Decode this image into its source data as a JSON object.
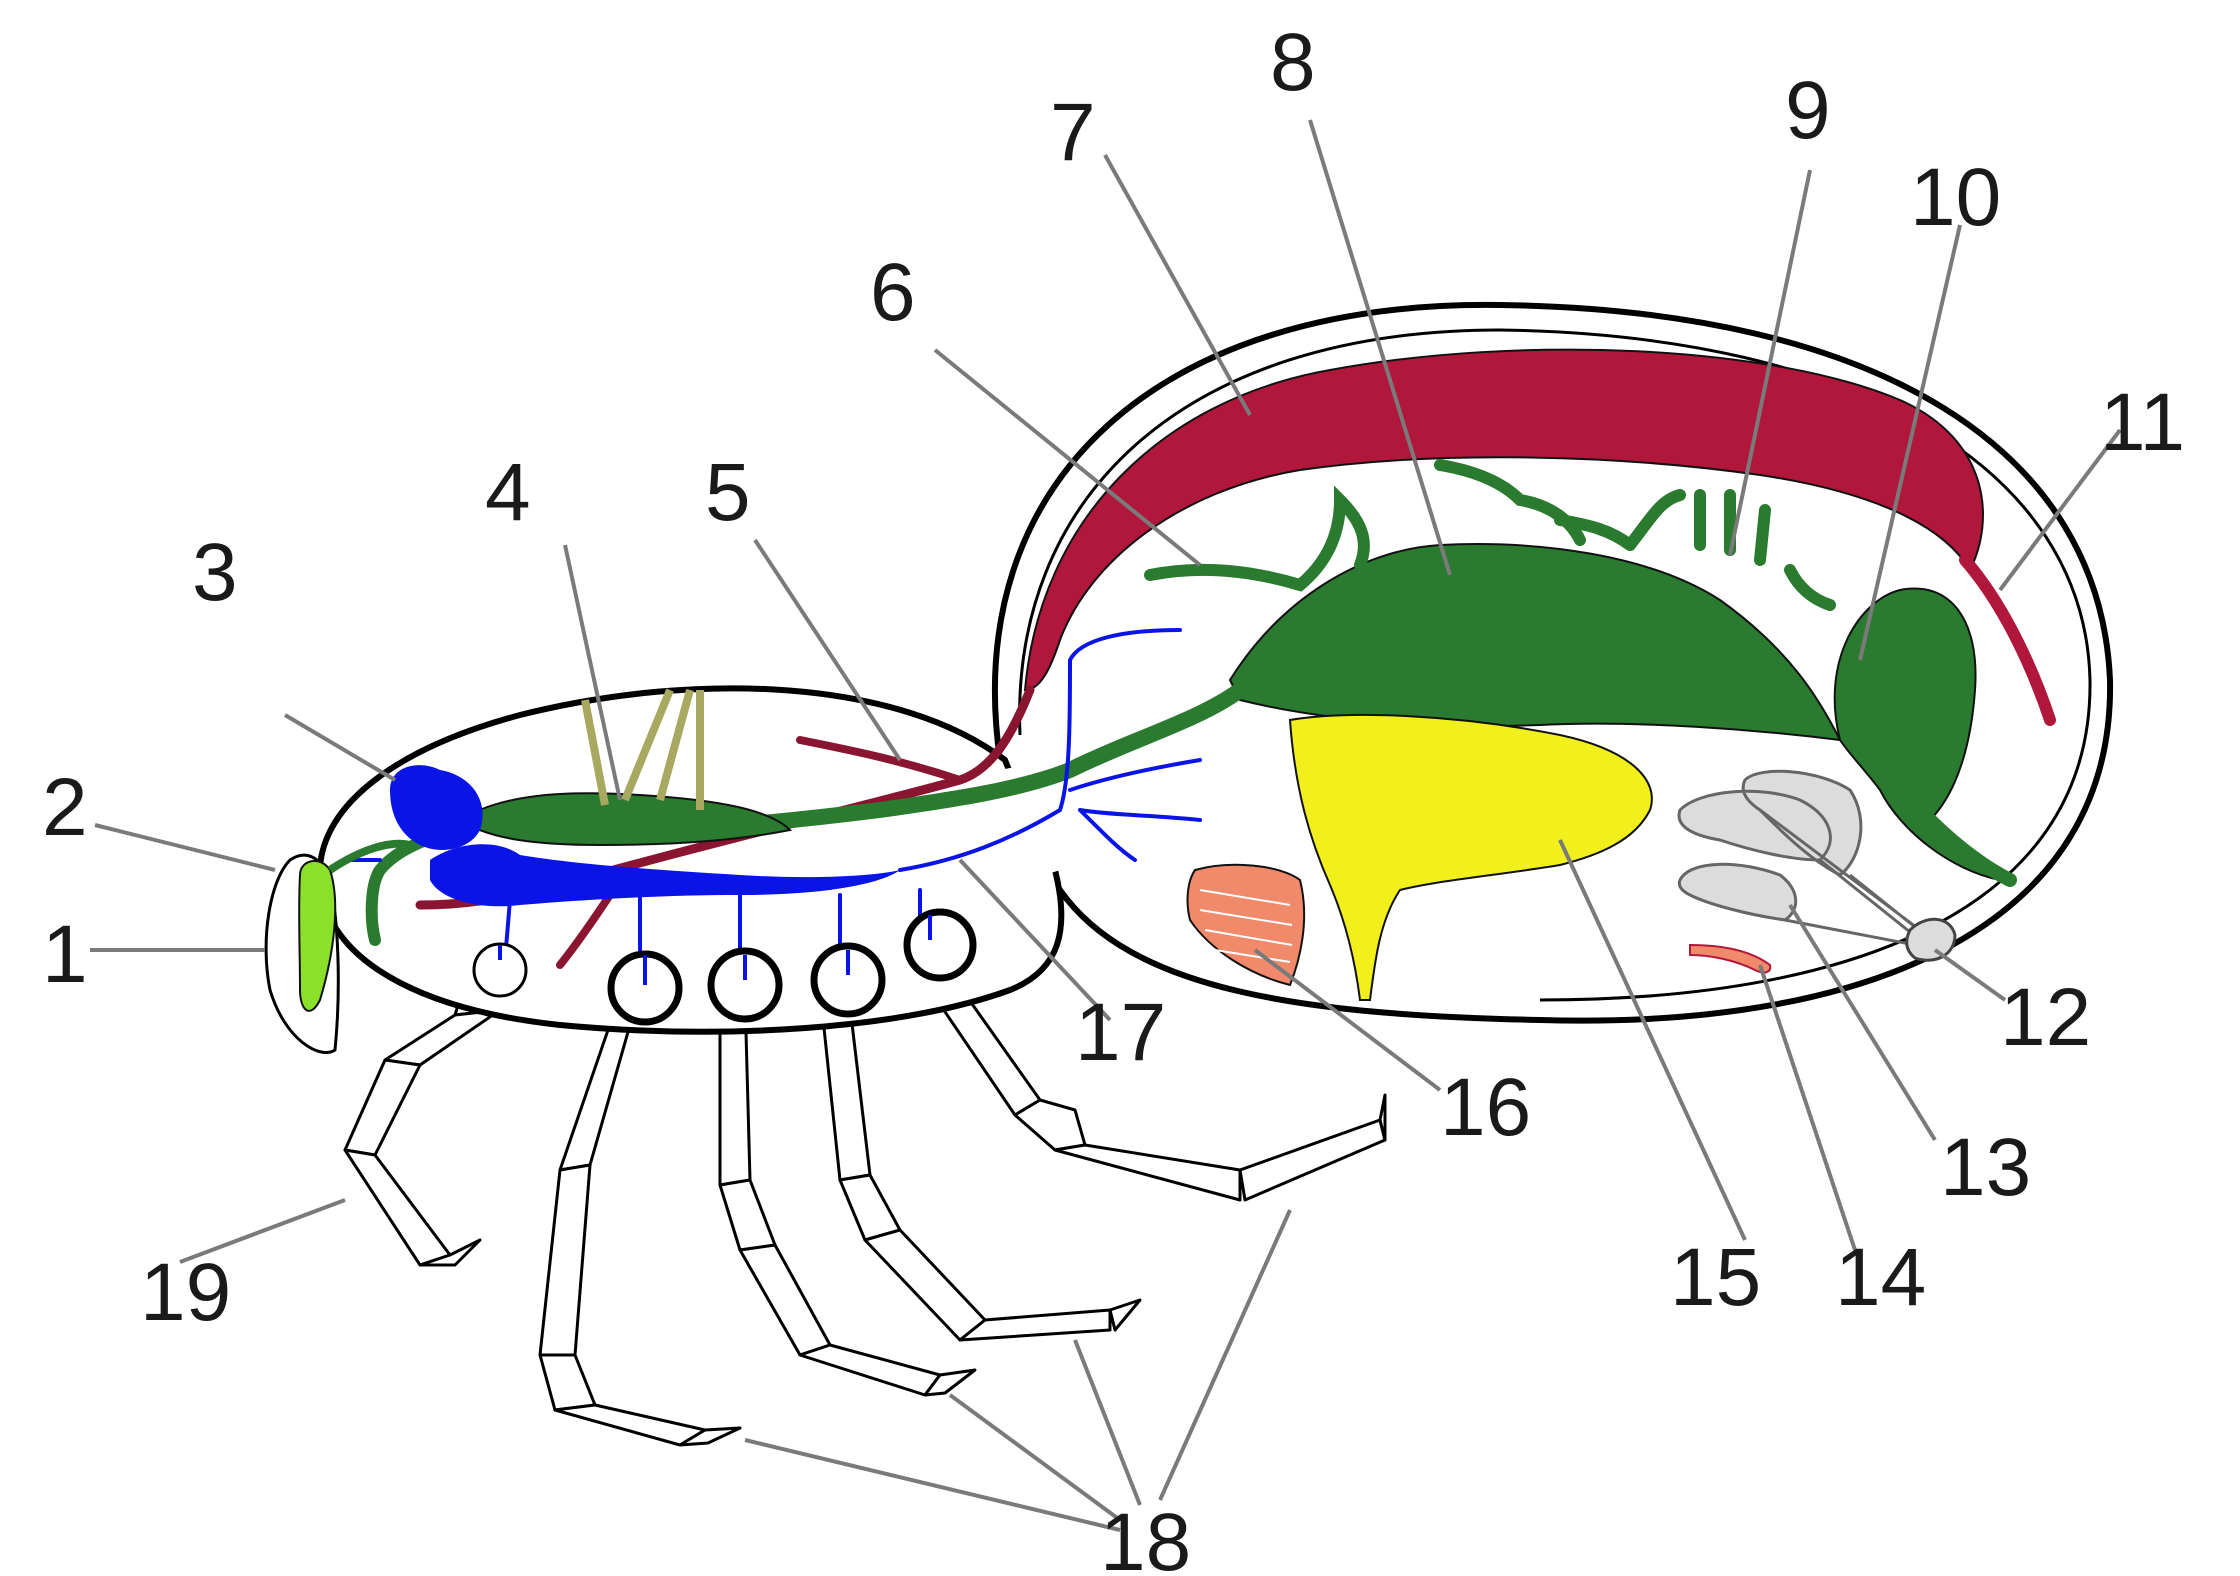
{
  "labels": {
    "l1": "1",
    "l2": "2",
    "l3": "3",
    "l4": "4",
    "l5": "5",
    "l6": "6",
    "l7": "7",
    "l8": "8",
    "l9": "9",
    "l10": "10",
    "l11": "11",
    "l12": "12",
    "l13": "13",
    "l14": "14",
    "l15": "15",
    "l16": "16",
    "l17": "17",
    "l18": "18",
    "l19": "19"
  },
  "colors": {
    "heart": "#b0173a",
    "digestive": "#2a7a2f",
    "nervous": "#0a14e6",
    "silk_gland": "#f2f01c",
    "venom_gland": "#8be02a",
    "book_lung": "#f08a6a",
    "spinneret_gland": "#dcdcdc",
    "muscle": "#a8a860"
  }
}
